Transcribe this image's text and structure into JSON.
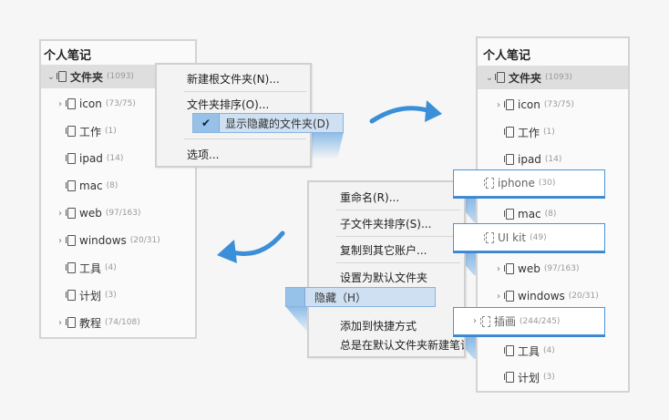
{
  "left_panel": {
    "title": "个人笔记",
    "root": {
      "name": "文件夹",
      "count": "(1093)"
    },
    "items": [
      {
        "name": "icon",
        "count": "(73/75)",
        "expand": true
      },
      {
        "name": "工作",
        "count": "(1)",
        "expand": false
      },
      {
        "name": "ipad",
        "count": "(14)",
        "expand": false
      },
      {
        "name": "mac",
        "count": "(8)",
        "expand": false
      },
      {
        "name": "web",
        "count": "(97/163)",
        "expand": true
      },
      {
        "name": "windows",
        "count": "(20/31)",
        "expand": true
      },
      {
        "name": "工具",
        "count": "(4)",
        "expand": false
      },
      {
        "name": "计划",
        "count": "(3)",
        "expand": false
      },
      {
        "name": "教程",
        "count": "(74/108)",
        "expand": true
      }
    ]
  },
  "menu1": {
    "items": [
      "新建根文件夹(N)...",
      "文件夹排序(O)...",
      "显示隐藏的文件夹(D)",
      "选项..."
    ],
    "check_glyph": "✔"
  },
  "menu2": {
    "items": [
      "重命名(R)...",
      "子文件夹排序(S)...",
      "复制到其它账户...",
      "设置为默认文件夹",
      "隐藏（H）",
      "添加到快捷方式",
      "总是在默认文件夹新建笔记"
    ]
  },
  "right_panel": {
    "title": "个人笔记",
    "root": {
      "name": "文件夹",
      "count": "(1093)"
    },
    "items": [
      {
        "name": "icon",
        "count": "(73/75)"
      },
      {
        "name": "工作",
        "count": "(1)"
      },
      {
        "name": "ipad",
        "count": "(14)"
      },
      {
        "name": "iphone",
        "count": "(30)"
      },
      {
        "name": "mac",
        "count": "(8)"
      },
      {
        "name": "UI kit",
        "count": "(49)"
      },
      {
        "name": "web",
        "count": "(97/163)"
      },
      {
        "name": "windows",
        "count": "(20/31)"
      },
      {
        "name": "插画",
        "count": "(244/245)"
      },
      {
        "name": "工具",
        "count": "(4)"
      },
      {
        "name": "计划",
        "count": "(3)"
      }
    ]
  },
  "colors": {
    "accent": "#3b8fd8",
    "highlight": "#cfe0f2",
    "panel_border": "#d4d4d4"
  }
}
